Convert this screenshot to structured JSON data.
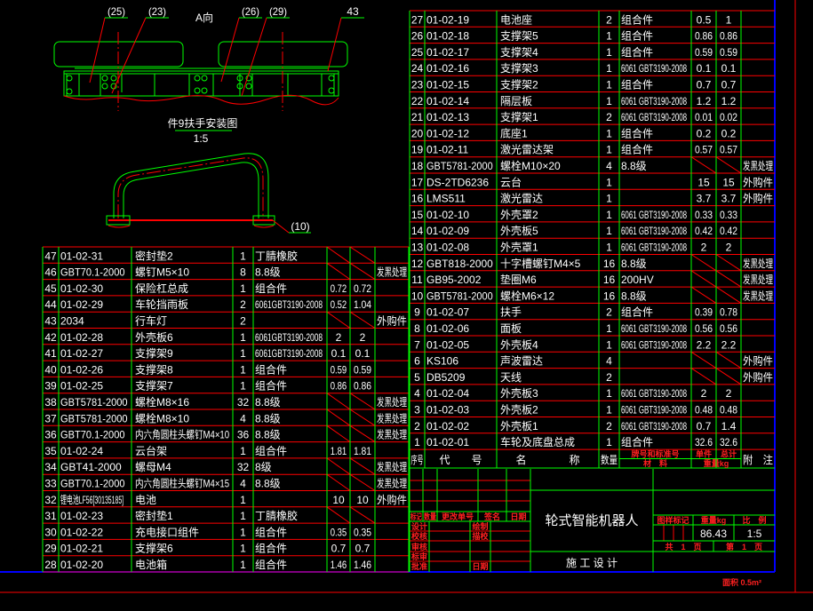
{
  "colors": {
    "background": "#000000",
    "table_row_line": "#ff0000",
    "table_column_line": "#00ff00",
    "frame": "#0000ff",
    "text": "#ffffff",
    "label_text": "#ff2020"
  },
  "drawing": {
    "callouts": [
      "(25)",
      "(23)",
      "(26)",
      "(29)",
      "43"
    ],
    "view_label": "A向",
    "detail_title": "件9扶手安装图",
    "detail_scale": "1:5",
    "handle_callout": "(10)"
  },
  "left_table": {
    "rows": [
      {
        "no": "47",
        "code": "01-02-31",
        "name": "密封垫2",
        "qty": "1",
        "material": "丁腈橡胶",
        "unit_weight": "",
        "total_weight": "",
        "weight_slashed": true,
        "remark": ""
      },
      {
        "no": "46",
        "code": "GBT70.1-2000",
        "name": "螺钉M5×10",
        "qty": "8",
        "material": "8.8级",
        "unit_weight": "",
        "total_weight": "",
        "weight_slashed": true,
        "remark": "发黑处理"
      },
      {
        "no": "45",
        "code": "01-02-30",
        "name": "保险杠总成",
        "qty": "1",
        "material": "组合件",
        "unit_weight": "0.72",
        "total_weight": "0.72",
        "weight_slashed": false,
        "remark": ""
      },
      {
        "no": "44",
        "code": "01-02-29",
        "name": "车轮挡雨板",
        "qty": "2",
        "material": "6061GBT3190-2008",
        "unit_weight": "0.52",
        "total_weight": "1.04",
        "weight_slashed": false,
        "remark": ""
      },
      {
        "no": "43",
        "code": "2034",
        "name": "行车灯",
        "qty": "2",
        "material": "",
        "unit_weight": "",
        "total_weight": "",
        "weight_slashed": true,
        "remark": "外购件"
      },
      {
        "no": "42",
        "code": "01-02-28",
        "name": "外壳板6",
        "qty": "1",
        "material": "6061GBT3190-2008",
        "unit_weight": "2",
        "total_weight": "2",
        "weight_slashed": false,
        "remark": ""
      },
      {
        "no": "41",
        "code": "01-02-27",
        "name": "支撑架9",
        "qty": "1",
        "material": "6061GBT3190-2008",
        "unit_weight": "0.1",
        "total_weight": "0.1",
        "weight_slashed": false,
        "remark": ""
      },
      {
        "no": "40",
        "code": "01-02-26",
        "name": "支撑架8",
        "qty": "1",
        "material": "组合件",
        "unit_weight": "0.59",
        "total_weight": "0.59",
        "weight_slashed": false,
        "remark": ""
      },
      {
        "no": "39",
        "code": "01-02-25",
        "name": "支撑架7",
        "qty": "1",
        "material": "组合件",
        "unit_weight": "0.86",
        "total_weight": "0.86",
        "weight_slashed": false,
        "remark": ""
      },
      {
        "no": "38",
        "code": "GBT5781-2000",
        "name": "螺栓M8×16",
        "qty": "32",
        "material": "8.8级",
        "unit_weight": "",
        "total_weight": "",
        "weight_slashed": true,
        "remark": "发黑处理"
      },
      {
        "no": "37",
        "code": "GBT5781-2000",
        "name": "螺栓M8×10",
        "qty": "4",
        "material": "8.8级",
        "unit_weight": "",
        "total_weight": "",
        "weight_slashed": true,
        "remark": "发黑处理"
      },
      {
        "no": "36",
        "code": "GBT70.1-2000",
        "name": "内六角圆柱头螺钉M4×10",
        "qty": "36",
        "material": "8.8级",
        "unit_weight": "",
        "total_weight": "",
        "weight_slashed": true,
        "remark": "发黑处理"
      },
      {
        "no": "35",
        "code": "01-02-24",
        "name": "云台架",
        "qty": "1",
        "material": "组合件",
        "unit_weight": "1.81",
        "total_weight": "1.81",
        "weight_slashed": false,
        "remark": ""
      },
      {
        "no": "34",
        "code": "GBT41-2000",
        "name": "螺母M4",
        "qty": "32",
        "material": "8级",
        "unit_weight": "",
        "total_weight": "",
        "weight_slashed": true,
        "remark": "发黑处理"
      },
      {
        "no": "33",
        "code": "GBT70.1-2000",
        "name": "内六角圆柱头螺钉M4×15",
        "qty": "4",
        "material": "8.8级",
        "unit_weight": "",
        "total_weight": "",
        "weight_slashed": true,
        "remark": "发黑处理"
      },
      {
        "no": "32",
        "code": "锂电池LF56[30135185]",
        "name": "电池",
        "qty": "1",
        "material": "",
        "unit_weight": "10",
        "total_weight": "10",
        "weight_slashed": false,
        "remark": "外购件"
      },
      {
        "no": "31",
        "code": "01-02-23",
        "name": "密封垫1",
        "qty": "1",
        "material": "丁腈橡胶",
        "unit_weight": "",
        "total_weight": "",
        "weight_slashed": true,
        "remark": ""
      },
      {
        "no": "30",
        "code": "01-02-22",
        "name": "充电接口组件",
        "qty": "1",
        "material": "组合件",
        "unit_weight": "0.35",
        "total_weight": "0.35",
        "weight_slashed": false,
        "remark": ""
      },
      {
        "no": "29",
        "code": "01-02-21",
        "name": "支撑架6",
        "qty": "1",
        "material": "组合件",
        "unit_weight": "0.7",
        "total_weight": "0.7",
        "weight_slashed": false,
        "remark": ""
      },
      {
        "no": "28",
        "code": "01-02-20",
        "name": "电池箱",
        "qty": "1",
        "material": "组合件",
        "unit_weight": "1.46",
        "total_weight": "1.46",
        "weight_slashed": false,
        "remark": ""
      }
    ]
  },
  "right_table": {
    "rows": [
      {
        "no": "27",
        "code": "01-02-19",
        "name": "电池座",
        "qty": "2",
        "material": "组合件",
        "unit_weight": "0.5",
        "total_weight": "1",
        "weight_slashed": false,
        "remark": ""
      },
      {
        "no": "26",
        "code": "01-02-18",
        "name": "支撑架5",
        "qty": "1",
        "material": "组合件",
        "unit_weight": "0.86",
        "total_weight": "0.86",
        "weight_slashed": false,
        "remark": ""
      },
      {
        "no": "25",
        "code": "01-02-17",
        "name": "支撑架4",
        "qty": "1",
        "material": "组合件",
        "unit_weight": "0.59",
        "total_weight": "0.59",
        "weight_slashed": false,
        "remark": ""
      },
      {
        "no": "24",
        "code": "01-02-16",
        "name": "支撑架3",
        "qty": "1",
        "material": "6061 GBT3190-2008",
        "unit_weight": "0.1",
        "total_weight": "0.1",
        "weight_slashed": false,
        "remark": ""
      },
      {
        "no": "23",
        "code": "01-02-15",
        "name": "支撑架2",
        "qty": "1",
        "material": "组合件",
        "unit_weight": "0.7",
        "total_weight": "0.7",
        "weight_slashed": false,
        "remark": ""
      },
      {
        "no": "22",
        "code": "01-02-14",
        "name": "隔层板",
        "qty": "1",
        "material": "6061 GBT3190-2008",
        "unit_weight": "1.2",
        "total_weight": "1.2",
        "weight_slashed": false,
        "remark": ""
      },
      {
        "no": "21",
        "code": "01-02-13",
        "name": "支撑架1",
        "qty": "2",
        "material": "6061 GBT3190-2008",
        "unit_weight": "0.01",
        "total_weight": "0.02",
        "weight_slashed": false,
        "remark": ""
      },
      {
        "no": "20",
        "code": "01-02-12",
        "name": "底座1",
        "qty": "1",
        "material": "组合件",
        "unit_weight": "0.2",
        "total_weight": "0.2",
        "weight_slashed": false,
        "remark": ""
      },
      {
        "no": "19",
        "code": "01-02-11",
        "name": "激光雷达架",
        "qty": "1",
        "material": "组合件",
        "unit_weight": "0.57",
        "total_weight": "0.57",
        "weight_slashed": false,
        "remark": ""
      },
      {
        "no": "18",
        "code": "GBT5781-2000",
        "name": "螺栓M10×20",
        "qty": "4",
        "material": "8.8级",
        "unit_weight": "",
        "total_weight": "",
        "weight_slashed": true,
        "remark": "发黑处理"
      },
      {
        "no": "17",
        "code": "DS-2TD6236",
        "name": "云台",
        "qty": "1",
        "material": "",
        "unit_weight": "15",
        "total_weight": "15",
        "weight_slashed": false,
        "remark": "外购件"
      },
      {
        "no": "16",
        "code": "LMS511",
        "name": "激光雷达",
        "qty": "1",
        "material": "",
        "unit_weight": "3.7",
        "total_weight": "3.7",
        "weight_slashed": false,
        "remark": "外购件"
      },
      {
        "no": "15",
        "code": "01-02-10",
        "name": "外壳罩2",
        "qty": "1",
        "material": "6061 GBT3190-2008",
        "unit_weight": "0.33",
        "total_weight": "0.33",
        "weight_slashed": false,
        "remark": ""
      },
      {
        "no": "14",
        "code": "01-02-09",
        "name": "外壳板5",
        "qty": "1",
        "material": "6061 GBT3190-2008",
        "unit_weight": "0.42",
        "total_weight": "0.42",
        "weight_slashed": false,
        "remark": ""
      },
      {
        "no": "13",
        "code": "01-02-08",
        "name": "外壳罩1",
        "qty": "1",
        "material": "6061 GBT3190-2008",
        "unit_weight": "2",
        "total_weight": "2",
        "weight_slashed": false,
        "remark": ""
      },
      {
        "no": "12",
        "code": "GBT818-2000",
        "name": "十字槽螺钉M4×5",
        "qty": "16",
        "material": "8.8级",
        "unit_weight": "",
        "total_weight": "",
        "weight_slashed": true,
        "remark": "发黑处理"
      },
      {
        "no": "11",
        "code": "GB95-2002",
        "name": "垫圈M6",
        "qty": "16",
        "material": "200HV",
        "unit_weight": "",
        "total_weight": "",
        "weight_slashed": true,
        "remark": "发黑处理"
      },
      {
        "no": "10",
        "code": "GBT5781-2000",
        "name": "螺栓M6×12",
        "qty": "16",
        "material": "8.8级",
        "unit_weight": "",
        "total_weight": "",
        "weight_slashed": true,
        "remark": "发黑处理"
      },
      {
        "no": "9",
        "code": "01-02-07",
        "name": "扶手",
        "qty": "2",
        "material": "组合件",
        "unit_weight": "0.39",
        "total_weight": "0.78",
        "weight_slashed": false,
        "remark": ""
      },
      {
        "no": "8",
        "code": "01-02-06",
        "name": "面板",
        "qty": "1",
        "material": "6061 GBT3190-2008",
        "unit_weight": "0.56",
        "total_weight": "0.56",
        "weight_slashed": false,
        "remark": ""
      },
      {
        "no": "7",
        "code": "01-02-05",
        "name": "外壳板4",
        "qty": "1",
        "material": "6061 GBT3190-2008",
        "unit_weight": "2.2",
        "total_weight": "2.2",
        "weight_slashed": false,
        "remark": ""
      },
      {
        "no": "6",
        "code": "KS106",
        "name": "声波雷达",
        "qty": "4",
        "material": "",
        "unit_weight": "",
        "total_weight": "",
        "weight_slashed": true,
        "remark": "外购件"
      },
      {
        "no": "5",
        "code": "DB5209",
        "name": "天线",
        "qty": "2",
        "material": "",
        "unit_weight": "",
        "total_weight": "",
        "weight_slashed": true,
        "remark": "外购件"
      },
      {
        "no": "4",
        "code": "01-02-04",
        "name": "外壳板3",
        "qty": "1",
        "material": "6061 GBT3190-2008",
        "unit_weight": "2",
        "total_weight": "2",
        "weight_slashed": false,
        "remark": ""
      },
      {
        "no": "3",
        "code": "01-02-03",
        "name": "外壳板2",
        "qty": "1",
        "material": "6061 GBT3190-2008",
        "unit_weight": "0.48",
        "total_weight": "0.48",
        "weight_slashed": false,
        "remark": ""
      },
      {
        "no": "2",
        "code": "01-02-02",
        "name": "外壳板1",
        "qty": "2",
        "material": "6061 GBT3190-2008",
        "unit_weight": "0.7",
        "total_weight": "1.4",
        "weight_slashed": false,
        "remark": ""
      },
      {
        "no": "1",
        "code": "01-02-01",
        "name": "车轮及底盘总成",
        "qty": "1",
        "material": "组合件",
        "unit_weight": "32.6",
        "total_weight": "32.6",
        "weight_slashed": false,
        "remark": ""
      }
    ],
    "header": {
      "no": "序号",
      "code": "代　　号",
      "name": "名　　　　称",
      "qty": "数量",
      "material_top": "牌号和标准号",
      "material_bottom": "材　料",
      "unit": "单件",
      "total": "总计",
      "weight": "重量kg",
      "remark": "附　注"
    }
  },
  "title_block": {
    "revision_labels": [
      "标记",
      "数量",
      "更改单号",
      "签名",
      "日期"
    ],
    "sign_labels": {
      "design": "设计",
      "draw": "绘制",
      "check": "校核",
      "trace_check": "描校",
      "review": "审核",
      "std_review": "标审",
      "approve": "批准",
      "date": "日期"
    },
    "product_name": "轮式智能机器人",
    "stage": "施 工 设 计",
    "pattern_mark_label": "图样标记",
    "weight_label": "重量kg",
    "scale_label": "比　例",
    "weight_value": "86.43",
    "scale_value": "1:5",
    "total_sheets": "共　1　页",
    "sheet_no": "第　1　页",
    "area_note": "面积 0.5m²"
  }
}
